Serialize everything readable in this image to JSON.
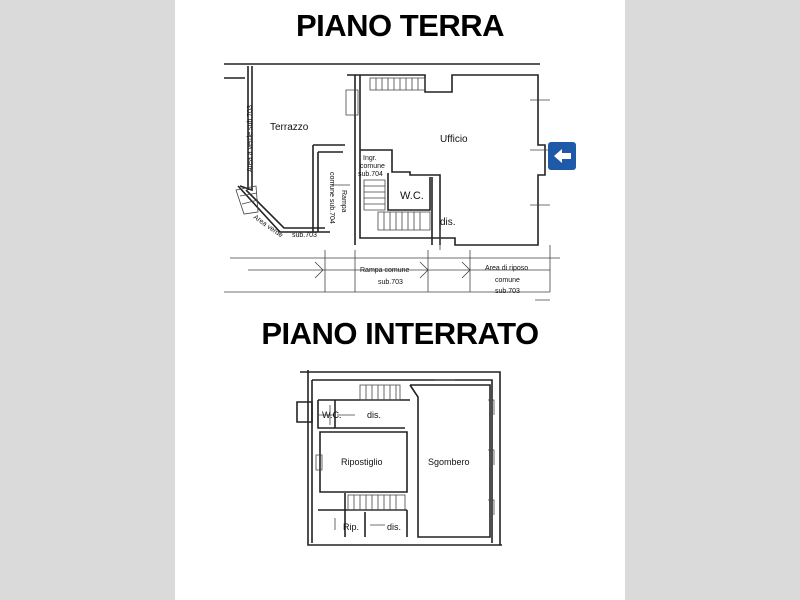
{
  "titles": {
    "ground": "PIANO TERRA",
    "basement": "PIANO INTERRATO"
  },
  "ground_floor": {
    "rooms": {
      "terrazzo": "Terrazzo",
      "ufficio": "Ufficio",
      "ingresso_1": "Ingr.",
      "ingresso_2": "comune",
      "ingresso_3": "sub.704",
      "wc": "W.C.",
      "dis": "dis.",
      "area_verde_vert": "Area a verde sub.703",
      "area_verde_diag": "Area verde",
      "sub703": "sub.703",
      "rampa_vert_1": "Rampa",
      "rampa_vert_2": "comune sub.704",
      "rampa_comune": "Rampa comune",
      "rampa_sub": "sub.703",
      "riposo_1": "Area di riposo",
      "riposo_2": "comune",
      "riposo_3": "sub.703"
    },
    "entrance_marker_icon": "arrow-left-icon",
    "accent": "#1f5aa8"
  },
  "basement": {
    "rooms": {
      "wc": "W.C.",
      "dis_top": "dis.",
      "ripostiglio": "Ripostiglio",
      "sgombero": "Sgombero",
      "rip": "Rip.",
      "dis_bottom": "dis."
    }
  }
}
